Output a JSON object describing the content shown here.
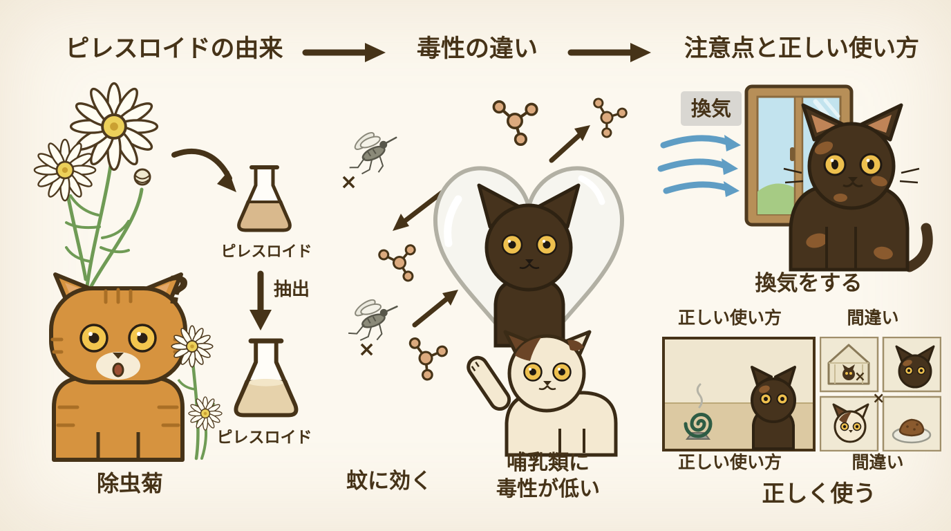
{
  "palette": {
    "ink": "#463318",
    "background": "#fcf8ef",
    "wind_blue": "#5f9dc4",
    "badge_gray": "#d9d7d2"
  },
  "header": {
    "step1": "ピレスロイドの由来",
    "step2": "毒性の違い",
    "step3": "注意点と正しい使い方"
  },
  "origin": {
    "flask_top_label": "ピレスロイド",
    "extract_label": "抽出",
    "flask_bottom_label": "ピレスロイド",
    "question_mark": "?",
    "caption": "除虫菊"
  },
  "toxicity": {
    "cross_top": "×",
    "cross_bottom": "×",
    "mosquito_caption": "蚊に効く",
    "mammal_caption_line1": "哺乳類に",
    "mammal_caption_line2": "毒性が低い"
  },
  "usage": {
    "ventilation_badge": "換気",
    "ventilation_caption": "換気をする",
    "correct_header": "正しい使い方",
    "wrong_header": "間違い",
    "correct_footer": "正しい使い方",
    "wrong_footer": "間違い",
    "cross_tent": "×",
    "cross_food": "×",
    "caption": "正しく使う"
  }
}
